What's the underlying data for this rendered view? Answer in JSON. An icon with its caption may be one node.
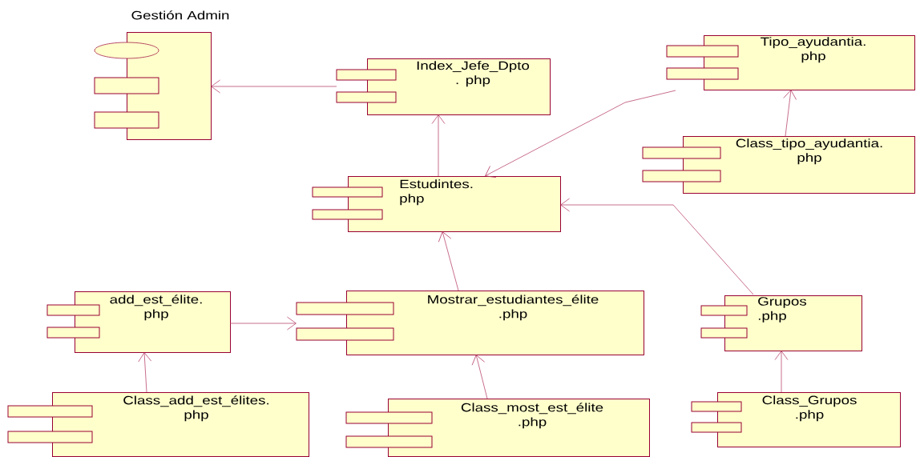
{
  "diagram": {
    "nodes": [
      {
        "text": [
          "Gestión Admin"
        ]
      },
      {
        "text": [
          "Index_Jefe_Dpto . php"
        ]
      },
      {
        "text": [
          "Tipo_ayudantia. php"
        ]
      },
      {
        "text": [
          "Class_tipo_ayudantia. php"
        ]
      },
      {
        "text": [
          "Estudintes. php"
        ]
      },
      {
        "text": [
          "add_est_élite. php"
        ]
      },
      {
        "text": [
          "Mostrar_estudiantes_élite .php"
        ]
      },
      {
        "text": [
          "Grupos .php"
        ]
      },
      {
        "text": [
          "Class_add_est_élites. php"
        ]
      },
      {
        "text": [
          "Class_most_est_élite .php"
        ]
      },
      {
        "text": [
          "Class_Grupos .php"
        ]
      }
    ],
    "edges": [
      {
        "from": 1,
        "to": 0,
        "arrow": "to"
      },
      {
        "from": 4,
        "to": 1,
        "arrow": "to"
      },
      {
        "from": 2,
        "to": 4,
        "arrow": "to"
      },
      {
        "from": 7,
        "to": 4,
        "arrow": "to"
      },
      {
        "from": 6,
        "to": 4,
        "arrow": "to"
      },
      {
        "from": 5,
        "to": 6,
        "arrow": "to"
      },
      {
        "from": 8,
        "to": 5,
        "arrow": "to"
      },
      {
        "from": 9,
        "to": 6,
        "arrow": "to"
      },
      {
        "from": 3,
        "to": 2,
        "arrow": "to"
      },
      {
        "from": 10,
        "to": 7,
        "arrow": "to"
      }
    ]
  }
}
